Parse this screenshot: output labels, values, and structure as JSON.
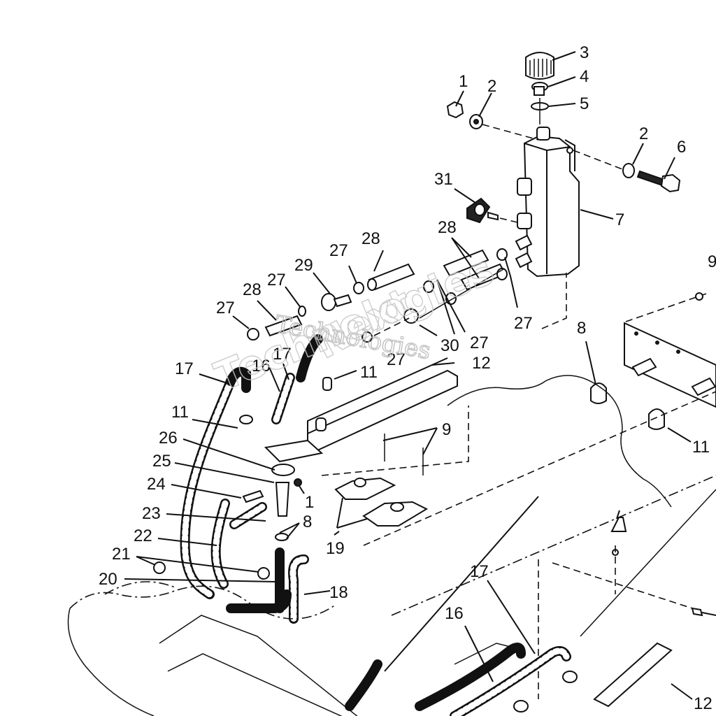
{
  "diagram": {
    "title": "Oil tank / oil line exploded parts diagram",
    "watermark": {
      "line1": "Next",
      "line2": "Technologies",
      "line3": "Technologies"
    },
    "callouts": [
      {
        "id": "c1a",
        "label": "1"
      },
      {
        "id": "c2a",
        "label": "2"
      },
      {
        "id": "c3",
        "label": "3"
      },
      {
        "id": "c4",
        "label": "4"
      },
      {
        "id": "c5",
        "label": "5"
      },
      {
        "id": "c2b",
        "label": "2"
      },
      {
        "id": "c6",
        "label": "6"
      },
      {
        "id": "c31",
        "label": "31"
      },
      {
        "id": "c7",
        "label": "7"
      },
      {
        "id": "c28a",
        "label": "28"
      },
      {
        "id": "c28b",
        "label": "28"
      },
      {
        "id": "c27a",
        "label": "27"
      },
      {
        "id": "c29",
        "label": "29"
      },
      {
        "id": "c27b",
        "label": "27"
      },
      {
        "id": "c28c",
        "label": "28"
      },
      {
        "id": "c27c",
        "label": "27"
      },
      {
        "id": "c27d",
        "label": "27"
      },
      {
        "id": "c27e",
        "label": "27"
      },
      {
        "id": "c9a",
        "label": "9"
      },
      {
        "id": "c30",
        "label": "30"
      },
      {
        "id": "c27f",
        "label": "27"
      },
      {
        "id": "c12a",
        "label": "12"
      },
      {
        "id": "c17a",
        "label": "17"
      },
      {
        "id": "c16a",
        "label": "16"
      },
      {
        "id": "c17b",
        "label": "17"
      },
      {
        "id": "c11a",
        "label": "11"
      },
      {
        "id": "c11b",
        "label": "11"
      },
      {
        "id": "c8a",
        "label": "8"
      },
      {
        "id": "c11c",
        "label": "11"
      },
      {
        "id": "c9b",
        "label": "9"
      },
      {
        "id": "c26",
        "label": "26"
      },
      {
        "id": "c25",
        "label": "25"
      },
      {
        "id": "c24",
        "label": "24"
      },
      {
        "id": "c1b",
        "label": "1"
      },
      {
        "id": "c23",
        "label": "23"
      },
      {
        "id": "c8b",
        "label": "8"
      },
      {
        "id": "c22",
        "label": "22"
      },
      {
        "id": "c19",
        "label": "19"
      },
      {
        "id": "c21",
        "label": "21"
      },
      {
        "id": "c20",
        "label": "20"
      },
      {
        "id": "c18",
        "label": "18"
      },
      {
        "id": "c17c",
        "label": "17"
      },
      {
        "id": "c16b",
        "label": "16"
      },
      {
        "id": "c12b",
        "label": "12"
      }
    ]
  }
}
